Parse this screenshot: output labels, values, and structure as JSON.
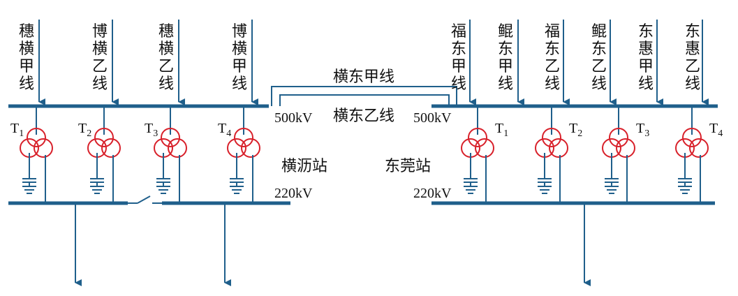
{
  "stations": {
    "hengli": {
      "name": "横沥站",
      "bus_500": "500kV",
      "bus_220": "220kV",
      "incoming_lines": [
        "穗横甲线",
        "博横乙线",
        "穗横乙线",
        "博横甲线"
      ],
      "transformers": [
        {
          "name": "T",
          "sub": "1"
        },
        {
          "name": "T",
          "sub": "2"
        },
        {
          "name": "T",
          "sub": "3"
        },
        {
          "name": "T",
          "sub": "4"
        }
      ]
    },
    "dongguan": {
      "name": "东莞站",
      "bus_500": "500kV",
      "bus_220": "220kV",
      "incoming_lines": [
        "福东甲线",
        "鲲东甲线",
        "福东乙线",
        "鲲东乙线",
        "东惠甲线",
        "东惠乙线"
      ],
      "transformers": [
        {
          "name": "T",
          "sub": "1"
        },
        {
          "name": "T",
          "sub": "2"
        },
        {
          "name": "T",
          "sub": "3"
        },
        {
          "name": "T",
          "sub": "4"
        }
      ]
    }
  },
  "tie_lines": {
    "line_a": "横东甲线",
    "line_b": "横东乙线"
  },
  "colors": {
    "bus": "#1f5f8b",
    "wire": "#1f5f8b",
    "transformer": "#d8202a",
    "text": "#111111"
  }
}
